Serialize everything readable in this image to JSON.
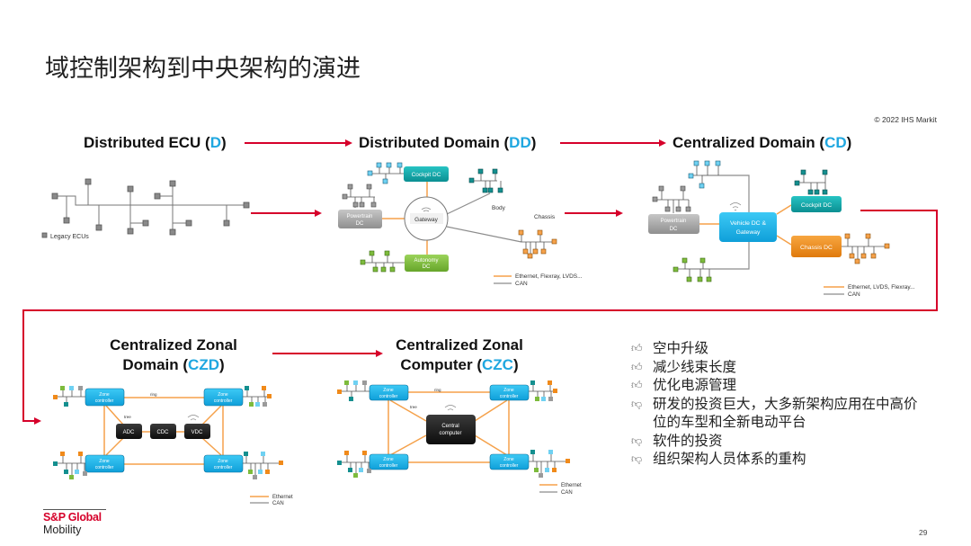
{
  "title": "域控制架构到中央架构的演进",
  "copyright": "© 2022 IHS Markit",
  "colors": {
    "accent_red": "#d6002a",
    "abbr_blue": "#1fa7e0",
    "ethernet_orange": "#f5a14a",
    "can_gray": "#8c8c8c",
    "cockpit_teal": "#13a6a6",
    "vehicle_blue": "#1fb5ea",
    "powertrain_gray": "#a8a8a8",
    "autonomy_green": "#7dbb3c",
    "chassis_orange": "#f08a1a",
    "compute_black": "#1a1a1a"
  },
  "stages": [
    {
      "id": "d",
      "name": "Distributed ECU (",
      "abbr": "D",
      "close": ")"
    },
    {
      "id": "dd",
      "name": "Distributed Domain (",
      "abbr": "DD",
      "close": ")"
    },
    {
      "id": "cd",
      "name": "Centralized Domain (",
      "abbr": "CD",
      "close": ")"
    },
    {
      "id": "czd",
      "line1": "Centralized Zonal",
      "name": "Domain (",
      "abbr": "CZD",
      "close": ")"
    },
    {
      "id": "czc",
      "line1": "Centralized Zonal",
      "name": "Computer (",
      "abbr": "CZC",
      "close": ")"
    }
  ],
  "distributed_ecu": {
    "legend": "Legacy ECUs"
  },
  "distributed_domain": {
    "nodes": {
      "cockpit": "Cockpit DC",
      "powertrain_1": "Powertrain",
      "powertrain_2": "DC",
      "gateway": "Gateway",
      "autonomy_1": "Autonomy",
      "autonomy_2": "DC",
      "body": "Body",
      "chassis": "Chassis"
    },
    "legend": {
      "ethernet": "Ethernet, Flexray, LVDS...",
      "can": "CAN"
    }
  },
  "centralized_domain": {
    "nodes": {
      "powertrain_1": "Powertrain",
      "powertrain_2": "DC",
      "vehicle_1": "Vehicle DC &",
      "vehicle_2": "Gateway",
      "cockpit": "Cockpit DC",
      "chassis": "Chassis DC"
    },
    "legend": {
      "ethernet": "Ethernet, LVDS, Flexray...",
      "can": "CAN"
    }
  },
  "zonal_domain": {
    "zone_1": "Zone",
    "zone_2": "controller",
    "ring": "ring",
    "tree": "tree",
    "adc": "ADC",
    "cdc": "CDC",
    "vdc": "VDC",
    "legend": {
      "ethernet": "Ethernet",
      "can": "CAN"
    }
  },
  "zonal_computer": {
    "zone_1": "Zone",
    "zone_2": "controller",
    "ring": "ring",
    "tree": "tree",
    "central_1": "Central",
    "central_2": "computer",
    "legend": {
      "ethernet": "Ethernet",
      "can": "CAN"
    }
  },
  "bullets": [
    {
      "icon": "thumbs-up-icon",
      "glyph": "👍︎",
      "text": "空中升级"
    },
    {
      "icon": "thumbs-up-icon",
      "glyph": "👍︎",
      "text": "减少线束长度"
    },
    {
      "icon": "thumbs-up-icon",
      "glyph": "👍︎",
      "text": "优化电源管理"
    },
    {
      "icon": "thumbs-down-icon",
      "glyph": "👎︎",
      "text": "研发的投资巨大，大多新架构应用在中高价位的车型和全新电动平台"
    },
    {
      "icon": "thumbs-down-icon",
      "glyph": "👎︎",
      "text": "软件的投资"
    },
    {
      "icon": "thumbs-down-icon",
      "glyph": "👎︎",
      "text": "组织架构人员体系的重构"
    }
  ],
  "footer": {
    "brand": "S&P Global",
    "sub": "Mobility",
    "page": "29"
  }
}
